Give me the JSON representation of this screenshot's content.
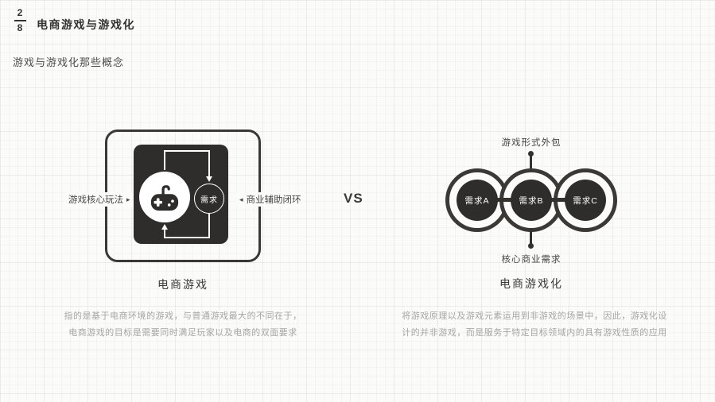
{
  "page": {
    "slide_number": "2",
    "slide_total": "8",
    "title": "电商游戏与游戏化",
    "subtitle": "游戏与游戏化那些概念",
    "vs_label": "VS"
  },
  "left_diagram": {
    "side_label_left": "游戏核心玩法",
    "side_label_left_arrow": "▸",
    "side_label_right": "商业辅助闭环",
    "side_label_right_arrow": "◂",
    "demand_node": "需求",
    "icon": "gamepad-icon",
    "caption": "电商游戏",
    "description_line1": "指的是基于电商环境的游戏，与普通游戏最大的不同在于，",
    "description_line2": "电商游戏的目标是需要同时满足玩家以及电商的双面要求"
  },
  "right_diagram": {
    "label_top": "游戏形式外包",
    "label_bottom": "核心商业需求",
    "nodes": [
      "需求A",
      "需求B",
      "需求C"
    ],
    "caption": "电商游戏化",
    "description_line1": "将游戏原理以及游戏元素运用到非游戏的场景中，因此，游戏化设",
    "description_line2": "计的并非游戏，而是服务于特定目标领域内的具有游戏性质的应用"
  },
  "colors": {
    "background": "#fbfbfa",
    "grid_line": "#ededeb",
    "shape_dark": "#2e2d2b",
    "border_dark": "#3a3936",
    "text_primary": "#333333",
    "text_secondary": "#474747",
    "text_muted": "#a6a6a6",
    "white": "#ffffff"
  }
}
